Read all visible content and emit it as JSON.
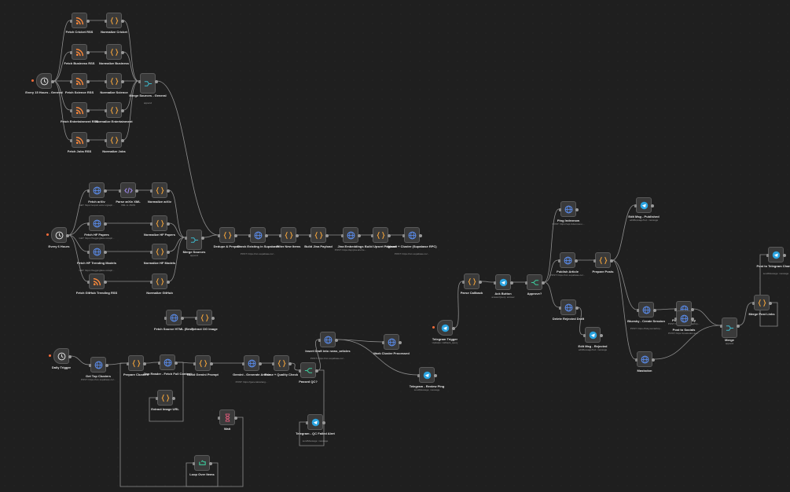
{
  "canvas": {
    "background": "#1f1f1f",
    "edge_color": "#8f8f8f"
  },
  "icon_colors": {
    "rss": "#ff8a3a",
    "code": "#f0a23a",
    "http": "#5b8ef0",
    "html": "#a28cf0",
    "schedule": "#dddddd",
    "telegram": "#2aa3e0",
    "if": "#3cc79a",
    "merge": "#3cb6c9",
    "wait": "#e05a7a",
    "loop": "#3cc79a"
  },
  "nodes": [
    {
      "id": "n1",
      "label": "Every 15 Hours - General",
      "sub": "",
      "icon": "schedule-icon",
      "kind": "trigger"
    },
    {
      "id": "n2",
      "label": "Fetch Cricket RSS",
      "sub": "",
      "icon": "rss-icon"
    },
    {
      "id": "n3",
      "label": "Normalize Cricket",
      "sub": "",
      "icon": "code-icon"
    },
    {
      "id": "n4",
      "label": "Fetch Business RSS",
      "sub": "",
      "icon": "rss-icon"
    },
    {
      "id": "n5",
      "label": "Normalize Business",
      "sub": "",
      "icon": "code-icon"
    },
    {
      "id": "n6",
      "label": "Fetch Science RSS",
      "sub": "",
      "icon": "rss-icon"
    },
    {
      "id": "n7",
      "label": "Normalize Science",
      "sub": "",
      "icon": "code-icon"
    },
    {
      "id": "n8",
      "label": "Fetch Entertainment RSS",
      "sub": "",
      "icon": "rss-icon"
    },
    {
      "id": "n9",
      "label": "Normalize Entertainment",
      "sub": "",
      "icon": "code-icon"
    },
    {
      "id": "n10",
      "label": "Fetch Jobs RSS",
      "sub": "",
      "icon": "rss-icon"
    },
    {
      "id": "n11",
      "label": "Normalize Jobs",
      "sub": "",
      "icon": "code-icon"
    },
    {
      "id": "n12",
      "label": "Merge Sources - General",
      "sub": "append",
      "icon": "merge-icon",
      "kind": "merge"
    },
    {
      "id": "n13",
      "label": "Every 6 Hours",
      "sub": "",
      "icon": "schedule-icon",
      "kind": "trigger"
    },
    {
      "id": "n14",
      "label": "Fetch arXiv",
      "sub": "GET: https://export.arxiv.org/api/...",
      "icon": "http-icon"
    },
    {
      "id": "n15",
      "label": "Parse arXiv XML",
      "sub": "XML to JSON",
      "icon": "html-icon"
    },
    {
      "id": "n16",
      "label": "Normalize arXiv",
      "sub": "",
      "icon": "code-icon"
    },
    {
      "id": "n17",
      "label": "Fetch HF Papers",
      "sub": "GET: https://huggingface.co/api/...",
      "icon": "http-icon"
    },
    {
      "id": "n18",
      "label": "Normalize HF Papers",
      "sub": "",
      "icon": "code-icon"
    },
    {
      "id": "n19",
      "label": "Fetch HF Trending Models",
      "sub": "GET: https://huggingface.co/api/...",
      "icon": "http-icon"
    },
    {
      "id": "n20",
      "label": "Normalize HF Models",
      "sub": "",
      "icon": "code-icon"
    },
    {
      "id": "n21",
      "label": "Fetch GitHub Trending RSS",
      "sub": "",
      "icon": "rss-icon"
    },
    {
      "id": "n22",
      "label": "Normalize GitHub",
      "sub": "",
      "icon": "code-icon"
    },
    {
      "id": "n23",
      "label": "Merge Sources",
      "sub": "append",
      "icon": "merge-icon",
      "kind": "merge"
    },
    {
      "id": "n24",
      "label": "Dedupe & Prepare",
      "sub": "",
      "icon": "code-icon"
    },
    {
      "id": "n25",
      "label": "Check Existing in Supabase",
      "sub": "POST: https://xxx.supabase.co/...",
      "icon": "http-icon"
    },
    {
      "id": "n26",
      "label": "Filter New Items",
      "sub": "",
      "icon": "code-icon"
    },
    {
      "id": "n27",
      "label": "Build Jina Payload",
      "sub": "",
      "icon": "code-icon"
    },
    {
      "id": "n28",
      "label": "Jina Embeddings",
      "sub": "POST: https://api.jina.ai/v1/e...",
      "icon": "http-icon"
    },
    {
      "id": "n29",
      "label": "Build Upsert Payload",
      "sub": "",
      "icon": "code-icon"
    },
    {
      "id": "n30",
      "label": "Upsert + Cluster (Supabase RPC)",
      "sub": "POST: https://xxx.supabase.co/...",
      "icon": "http-icon"
    },
    {
      "id": "n31",
      "label": "Fetch Source HTML (Best)",
      "sub": "",
      "icon": "http-icon"
    },
    {
      "id": "n32",
      "label": "Extract OG Image",
      "sub": "",
      "icon": "code-icon"
    },
    {
      "id": "n33",
      "label": "Daily Trigger",
      "sub": "",
      "icon": "schedule-icon",
      "kind": "trigger"
    },
    {
      "id": "n34",
      "label": "Get Top Clusters",
      "sub": "POST: https://xxx.supabase.co/...",
      "icon": "http-icon"
    },
    {
      "id": "n35",
      "label": "Prepare Clusters",
      "sub": "",
      "icon": "code-icon"
    },
    {
      "id": "n36",
      "label": "Jina Reader - Fetch Full Content",
      "sub": "",
      "icon": "http-icon"
    },
    {
      "id": "n37",
      "label": "Build Gemini Prompt",
      "sub": "",
      "icon": "code-icon"
    },
    {
      "id": "n38",
      "label": "Extract Image URL",
      "sub": "",
      "icon": "code-icon"
    },
    {
      "id": "n39",
      "label": "Gemini - Generate Article",
      "sub": "POST: https://generativelang...",
      "icon": "http-icon"
    },
    {
      "id": "n40",
      "label": "Parse + Quality Check",
      "sub": "",
      "icon": "code-icon"
    },
    {
      "id": "n41",
      "label": "Passed QC?",
      "sub": "",
      "icon": "if-icon",
      "kind": "if"
    },
    {
      "id": "n42",
      "label": "Insert Draft into news_articles",
      "sub": "POST: https://xxx.supabase.co/...",
      "icon": "http-icon"
    },
    {
      "id": "n43",
      "label": "Mark Cluster Processed",
      "sub": "",
      "icon": "http-icon"
    },
    {
      "id": "n44",
      "label": "Telegram - Review Ping",
      "sub": "sendMessage: message",
      "icon": "telegram-icon"
    },
    {
      "id": "n45",
      "label": "Wait",
      "sub": "",
      "icon": "wait-icon"
    },
    {
      "id": "n46",
      "label": "Telegram - QC Failed Alert",
      "sub": "sendMessage: message",
      "icon": "telegram-icon"
    },
    {
      "id": "n47",
      "label": "Loop Over Items",
      "sub": "",
      "icon": "loop-icon"
    },
    {
      "id": "n48",
      "label": "Telegram Trigger",
      "sub": "Updates: callback_query",
      "icon": "telegram-icon",
      "kind": "trigger"
    },
    {
      "id": "n49",
      "label": "Parse Callback",
      "sub": "",
      "icon": "code-icon"
    },
    {
      "id": "n50",
      "label": "Ack Button",
      "sub": "answerQuery: answer",
      "icon": "telegram-icon"
    },
    {
      "id": "n51",
      "label": "Approve?",
      "sub": "",
      "icon": "if-icon",
      "kind": "if"
    },
    {
      "id": "n52",
      "label": "Ping Indexnow",
      "sub": "POST: https://api.indexnow.o...",
      "icon": "http-icon"
    },
    {
      "id": "n53",
      "label": "Publish Article",
      "sub": "POST: https://xxx.supabase.co/...",
      "icon": "http-icon"
    },
    {
      "id": "n54",
      "label": "Prepare Posts",
      "sub": "",
      "icon": "code-icon"
    },
    {
      "id": "n55",
      "label": "Delete Rejected Draft",
      "sub": "",
      "icon": "http-icon"
    },
    {
      "id": "n56",
      "label": "Edit Msg - Rejected",
      "sub": "editMessageText: message",
      "icon": "telegram-icon"
    },
    {
      "id": "n57",
      "label": "Edit Msg - Published",
      "sub": "editMessageText: message",
      "icon": "telegram-icon"
    },
    {
      "id": "n58",
      "label": "Bluesky - Create Session",
      "sub": "POST: https://bsky.social/xrp...",
      "icon": "http-icon"
    },
    {
      "id": "n59",
      "label": "Post to Bluesky",
      "sub": "POST: https://bsky.social/xrp...",
      "icon": "http-icon"
    },
    {
      "id": "n60",
      "label": "Mastodon",
      "sub": "",
      "icon": "http-icon"
    },
    {
      "id": "n61",
      "label": "Merge",
      "sub": "append",
      "icon": "merge-icon",
      "kind": "merge"
    },
    {
      "id": "n62",
      "label": "Post to Socials",
      "sub": "POST: https://mastodon.soc...",
      "icon": "http-icon"
    },
    {
      "id": "n63",
      "label": "Merge Post Links",
      "sub": "",
      "icon": "code-icon"
    },
    {
      "id": "n64",
      "label": "Post to Telegram Channel",
      "sub": "sendMessage: message",
      "icon": "telegram-icon"
    }
  ],
  "edges": [
    [
      "n1",
      "n2"
    ],
    [
      "n1",
      "n4"
    ],
    [
      "n1",
      "n6"
    ],
    [
      "n1",
      "n8"
    ],
    [
      "n1",
      "n10"
    ],
    [
      "n2",
      "n3"
    ],
    [
      "n4",
      "n5"
    ],
    [
      "n6",
      "n7"
    ],
    [
      "n8",
      "n9"
    ],
    [
      "n10",
      "n11"
    ],
    [
      "n3",
      "n12"
    ],
    [
      "n5",
      "n12"
    ],
    [
      "n7",
      "n12"
    ],
    [
      "n9",
      "n12"
    ],
    [
      "n11",
      "n12"
    ],
    [
      "n12",
      "n24"
    ],
    [
      "n13",
      "n14"
    ],
    [
      "n13",
      "n17"
    ],
    [
      "n13",
      "n19"
    ],
    [
      "n13",
      "n21"
    ],
    [
      "n14",
      "n15"
    ],
    [
      "n15",
      "n16"
    ],
    [
      "n17",
      "n18"
    ],
    [
      "n19",
      "n20"
    ],
    [
      "n21",
      "n22"
    ],
    [
      "n16",
      "n23"
    ],
    [
      "n18",
      "n23"
    ],
    [
      "n20",
      "n23"
    ],
    [
      "n22",
      "n23"
    ],
    [
      "n23",
      "n24"
    ],
    [
      "n24",
      "n25"
    ],
    [
      "n25",
      "n26"
    ],
    [
      "n26",
      "n27"
    ],
    [
      "n27",
      "n28"
    ],
    [
      "n28",
      "n29"
    ],
    [
      "n29",
      "n30"
    ],
    [
      "n31",
      "n32"
    ],
    [
      "n33",
      "n34"
    ],
    [
      "n34",
      "n35"
    ],
    [
      "n35",
      "n36"
    ],
    [
      "n36",
      "n37"
    ],
    [
      "n36",
      "n38"
    ],
    [
      "n37",
      "n39"
    ],
    [
      "n39",
      "n40"
    ],
    [
      "n40",
      "n41"
    ],
    [
      "n41",
      "n42"
    ],
    [
      "n41",
      "n46"
    ],
    [
      "n42",
      "n43"
    ],
    [
      "n42",
      "n44"
    ],
    [
      "n45",
      "n47"
    ],
    [
      "n47",
      "n35"
    ],
    [
      "n48",
      "n49"
    ],
    [
      "n49",
      "n50"
    ],
    [
      "n50",
      "n51"
    ],
    [
      "n51",
      "n52"
    ],
    [
      "n51",
      "n53"
    ],
    [
      "n51",
      "n55"
    ],
    [
      "n53",
      "n54"
    ],
    [
      "n55",
      "n56"
    ],
    [
      "n54",
      "n57"
    ],
    [
      "n54",
      "n58"
    ],
    [
      "n54",
      "n60"
    ],
    [
      "n58",
      "n59"
    ],
    [
      "n59",
      "n61"
    ],
    [
      "n60",
      "n61"
    ],
    [
      "n61",
      "n63"
    ],
    [
      "n63",
      "n64"
    ]
  ]
}
